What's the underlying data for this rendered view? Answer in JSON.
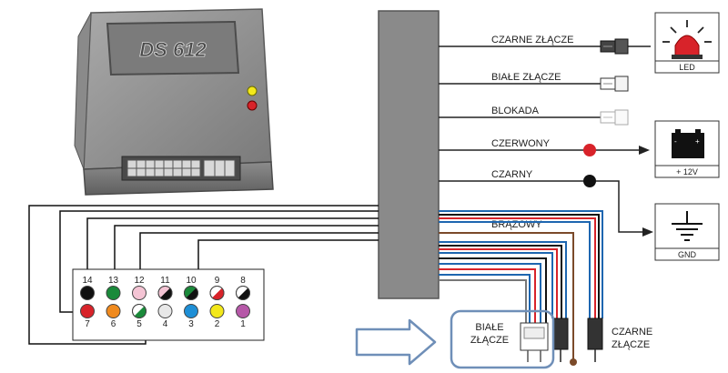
{
  "device": {
    "model": "DS 612"
  },
  "wires": [
    {
      "id": "black-connector",
      "label": "CZARNE ZŁĄCZE"
    },
    {
      "id": "white-connector",
      "label": "BIAŁE ZŁĄCZE"
    },
    {
      "id": "lock",
      "label": "BLOKADA"
    },
    {
      "id": "red",
      "label": "CZERWONY"
    },
    {
      "id": "black",
      "label": "CZARNY"
    },
    {
      "id": "brown",
      "label": "BRĄZOWY"
    }
  ],
  "components": {
    "led": "LED",
    "battery": "+ 12V",
    "ground": "GND"
  },
  "connector_pins": {
    "top": [
      {
        "num": "14",
        "color": "#111111"
      },
      {
        "num": "13",
        "color": "#1a8a3a"
      },
      {
        "num": "12",
        "color": "#f4c4d4"
      },
      {
        "num": "11",
        "color": "#f4c4d4",
        "second": "#111111"
      },
      {
        "num": "10",
        "color": "#1a8a3a",
        "second": "#111111"
      },
      {
        "num": "9",
        "color": "#ffffff",
        "second": "#d8232a"
      },
      {
        "num": "8",
        "color": "#ffffff",
        "second": "#111111"
      }
    ],
    "bottom": [
      {
        "num": "7",
        "color": "#d8232a"
      },
      {
        "num": "6",
        "color": "#f08a1e"
      },
      {
        "num": "5",
        "color": "#ffffff",
        "second": "#1a8a3a"
      },
      {
        "num": "4",
        "color": "#e8e8e8"
      },
      {
        "num": "3",
        "color": "#1e8fd6"
      },
      {
        "num": "2",
        "color": "#f3e81a"
      },
      {
        "num": "1",
        "color": "#b658a8"
      }
    ]
  },
  "plug_labels": {
    "white_line1": "BIAŁE",
    "white_line2": "ZŁĄCZE",
    "black_line1": "CZARNE",
    "black_line2": "ZŁĄCZE"
  }
}
